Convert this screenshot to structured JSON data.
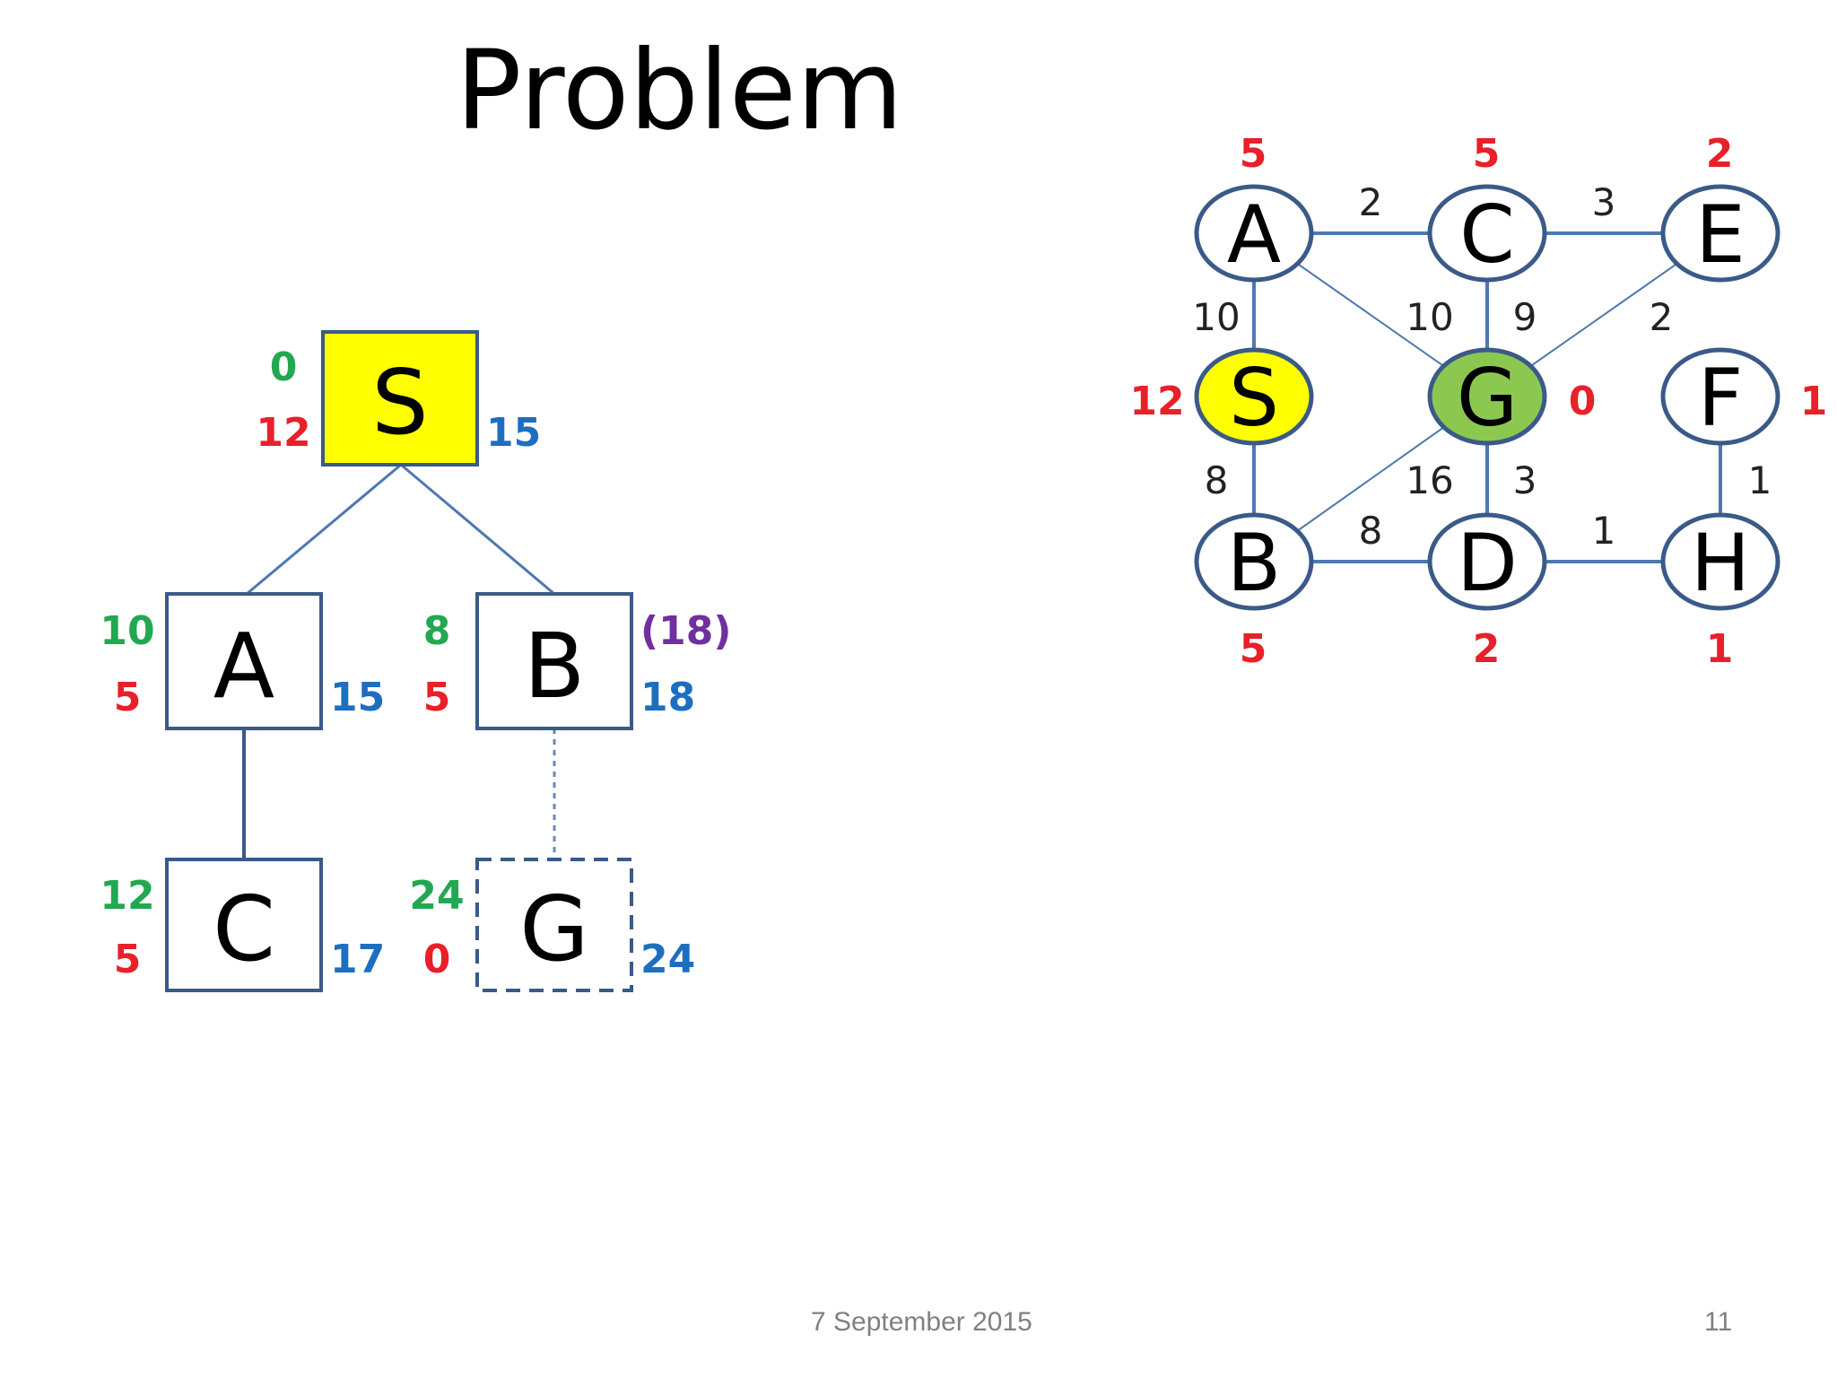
{
  "slide": {
    "title": "Problem",
    "date": "7 September 2015",
    "page_number": "11"
  },
  "colors": {
    "g_value": "#22a850",
    "h_value": "#e8202a",
    "f_value": "#1e6ec0",
    "bound_value": "#7030a0",
    "node_border": "#3a5a88",
    "start_fill": "#ffff00",
    "goal_fill": "#8cc850",
    "edge": "#4e78b0"
  },
  "tree": {
    "nodes": {
      "S": {
        "letter": "S",
        "g": "0",
        "h": "12",
        "f": "15"
      },
      "A": {
        "letter": "A",
        "g": "10",
        "h": "5",
        "f": "15"
      },
      "B": {
        "letter": "B",
        "g": "8",
        "h": "5",
        "f": "18",
        "bound": "(18)"
      },
      "C": {
        "letter": "C",
        "g": "12",
        "h": "5",
        "f": "17"
      },
      "G": {
        "letter": "G",
        "g": "24",
        "h": "0",
        "f": "24"
      }
    }
  },
  "graph": {
    "nodes": {
      "A": {
        "letter": "A",
        "h": "5"
      },
      "C": {
        "letter": "C",
        "h": "5"
      },
      "E": {
        "letter": "E",
        "h": "2"
      },
      "S": {
        "letter": "S",
        "h": "12"
      },
      "G": {
        "letter": "G",
        "h": "0"
      },
      "F": {
        "letter": "F",
        "h": "1"
      },
      "B": {
        "letter": "B",
        "h": "5"
      },
      "D": {
        "letter": "D",
        "h": "2"
      },
      "H": {
        "letter": "H",
        "h": "1"
      }
    },
    "edges": {
      "A_C": "2",
      "C_E": "3",
      "A_S": "10",
      "A_G": "10",
      "C_G": "9",
      "E_G": "2",
      "S_B": "8",
      "B_G": "16",
      "G_D": "3",
      "F_H": "1",
      "B_D": "8",
      "D_H": "1"
    }
  }
}
